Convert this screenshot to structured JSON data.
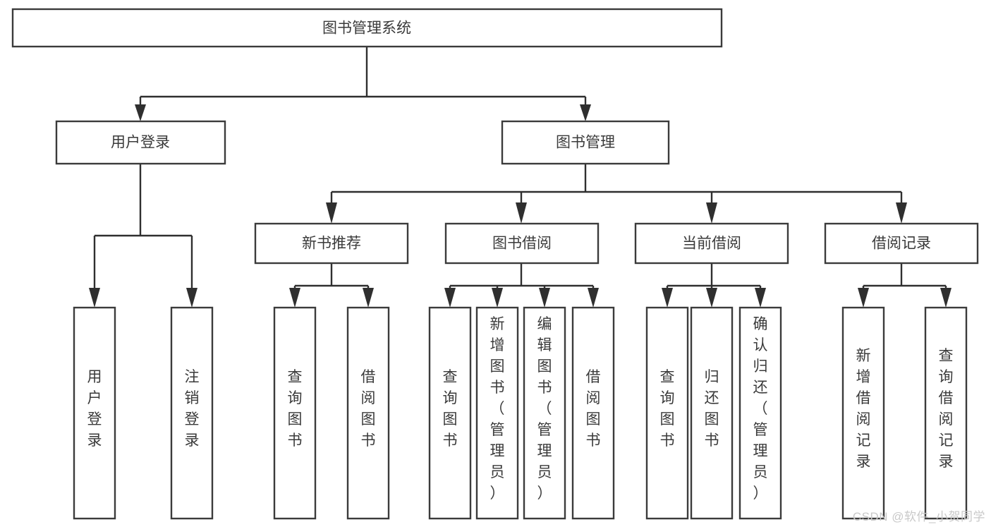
{
  "diagram": {
    "title": "图书管理系统",
    "type": "tree-hierarchy-chart",
    "orientation": "top-down",
    "colors": {
      "box_stroke": "#3b3b3b",
      "box_fill": "#ffffff",
      "edge": "#2f2f2f",
      "text": "#3a3a3a",
      "watermark": "#c9c9c9",
      "background": "#ffffff"
    },
    "root": {
      "label": "图书管理系统"
    },
    "level2": [
      {
        "label": "用户登录"
      },
      {
        "label": "图书管理"
      }
    ],
    "level3": [
      {
        "label": "新书推荐"
      },
      {
        "label": "图书借阅"
      },
      {
        "label": "当前借阅"
      },
      {
        "label": "借阅记录"
      }
    ],
    "leaves": {
      "user_login": [
        {
          "label": "用户登录"
        },
        {
          "label": "注销登录"
        }
      ],
      "new_book_recommend": [
        {
          "label": "查询图书"
        },
        {
          "label": "借阅图书"
        }
      ],
      "book_borrow": [
        {
          "label": "查询图书"
        },
        {
          "label": "新增图书（管理员）"
        },
        {
          "label": "编辑图书（管理员）"
        },
        {
          "label": "借阅图书"
        }
      ],
      "current_borrow": [
        {
          "label": "查询图书"
        },
        {
          "label": "归还图书"
        },
        {
          "label": "确认归还（管理员）"
        }
      ],
      "borrow_record": [
        {
          "label": "新增借阅记录"
        },
        {
          "label": "查询借阅记录"
        }
      ]
    }
  },
  "watermark": {
    "text": "CSDN @软件_小贺同学"
  }
}
